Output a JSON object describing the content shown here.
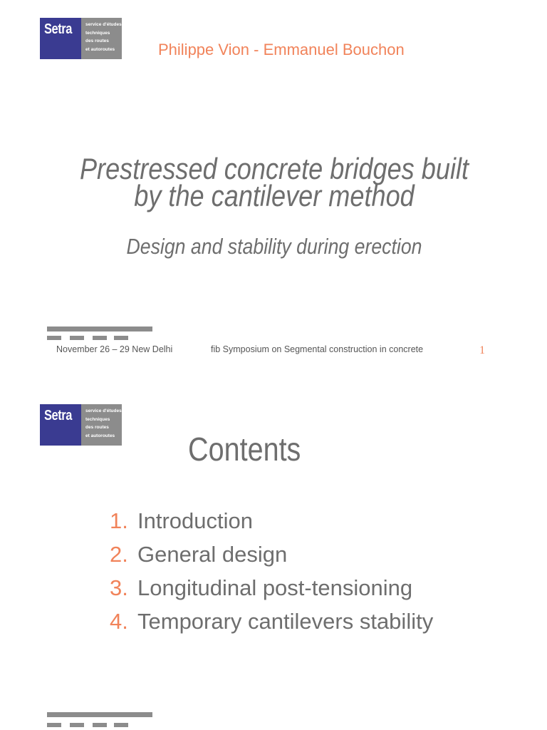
{
  "logo": {
    "word": "Setra",
    "lines": [
      "service d'études",
      "techniques",
      "des routes",
      "et autoroutes"
    ]
  },
  "slide1": {
    "authors": "Philippe Vion - Emmanuel Bouchon",
    "title_line1": "Prestressed concrete bridges built",
    "title_line2": "by the cantilever method",
    "subtitle": "Design and stability during erection",
    "footer_left": "November 26 – 29 New Delhi",
    "footer_center": "fib Symposium on Segmental construction in concrete",
    "page_number": "1"
  },
  "slide2": {
    "title": "Contents",
    "items": [
      {
        "num": "1.",
        "label": "Introduction"
      },
      {
        "num": "2.",
        "label": "General design"
      },
      {
        "num": "3.",
        "label": "Longitudinal post-tensioning"
      },
      {
        "num": "4.",
        "label": "Temporary cantilevers stability"
      }
    ]
  },
  "colors": {
    "accent": "#f1835a",
    "text": "#6e6e6e",
    "logo_blue": "#3a3b91",
    "logo_grey": "#8c8c8c"
  }
}
